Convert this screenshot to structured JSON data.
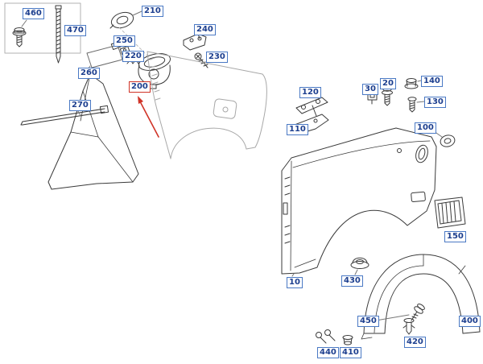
{
  "diagram": {
    "kind": "vehicle-parts-diagram",
    "background": "#ffffff"
  },
  "colors": {
    "label_border": "#4a79c4",
    "label_text": "#1d3f8f",
    "highlight": "#d03428",
    "line": "#3a3a3a",
    "sketch": "#a8a8a8"
  },
  "parts": {
    "p10": "10",
    "p20": "20",
    "p30": "30",
    "p100": "100",
    "p110": "110",
    "p120": "120",
    "p130": "130",
    "p140": "140",
    "p150": "150",
    "p200": "200",
    "p210": "210",
    "p220": "220",
    "p230": "230",
    "p240": "240",
    "p250": "250",
    "p260": "260",
    "p270": "270",
    "p400": "400",
    "p410": "410",
    "p420": "420",
    "p430": "430",
    "p440": "440",
    "p450": "450",
    "p460": "460",
    "p470": "470"
  },
  "annotations": {
    "highlighted_part": "200"
  }
}
